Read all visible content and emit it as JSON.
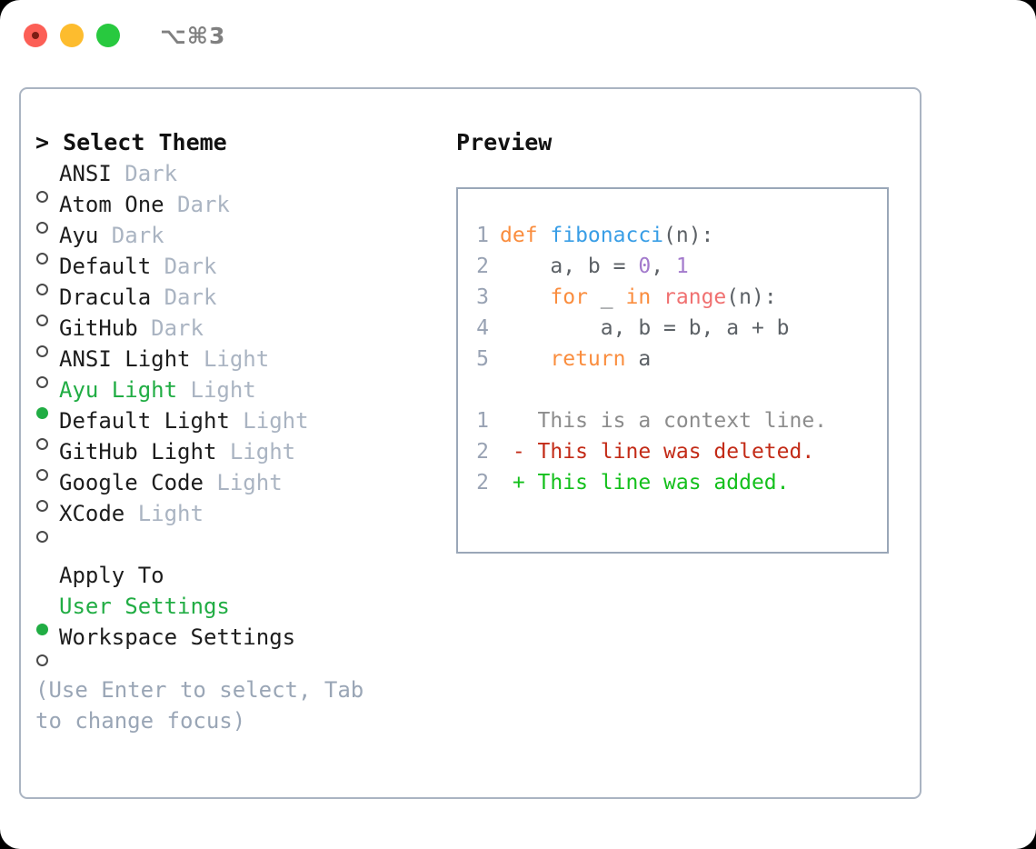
{
  "titlebar": {
    "shortcut": "⌥⌘3",
    "buttons": [
      {
        "name": "close",
        "color": "#fc5f56"
      },
      {
        "name": "minimize",
        "color": "#fdbc2e"
      },
      {
        "name": "zoom",
        "color": "#28c93f"
      }
    ]
  },
  "theme_picker": {
    "heading": "> Select Theme",
    "items": [
      {
        "marker": "○",
        "name": "ANSI",
        "tag": "Dark",
        "selected": false
      },
      {
        "marker": "○",
        "name": "Atom One",
        "tag": "Dark",
        "selected": false
      },
      {
        "marker": "○",
        "name": "Ayu",
        "tag": "Dark",
        "selected": false
      },
      {
        "marker": "○",
        "name": "Default",
        "tag": "Dark",
        "selected": false
      },
      {
        "marker": "○",
        "name": "Dracula",
        "tag": "Dark",
        "selected": false
      },
      {
        "marker": "○",
        "name": "GitHub",
        "tag": "Dark",
        "selected": false
      },
      {
        "marker": "○",
        "name": "ANSI Light",
        "tag": "Light",
        "selected": false
      },
      {
        "marker": "●",
        "name": "Ayu Light",
        "tag": "Light",
        "selected": true
      },
      {
        "marker": "○",
        "name": "Default Light",
        "tag": "Light",
        "selected": false
      },
      {
        "marker": "○",
        "name": "GitHub Light",
        "tag": "Light",
        "selected": false
      },
      {
        "marker": "○",
        "name": "Google Code",
        "tag": "Light",
        "selected": false
      },
      {
        "marker": "○",
        "name": "XCode",
        "tag": "Light",
        "selected": false
      }
    ]
  },
  "apply_to": {
    "heading": "Apply To",
    "items": [
      {
        "marker": "●",
        "name": "User Settings",
        "selected": true
      },
      {
        "marker": "○",
        "name": "Workspace Settings",
        "selected": false
      }
    ]
  },
  "hint": "(Use Enter to select, Tab to change focus)",
  "preview": {
    "heading": "Preview",
    "code_lines": [
      {
        "num": "1",
        "tokens": [
          {
            "t": "def ",
            "c": "kw"
          },
          {
            "t": "fibonacci",
            "c": "fn"
          },
          {
            "t": "(n):",
            "c": "plain"
          }
        ]
      },
      {
        "num": "2",
        "tokens": [
          {
            "t": "    a, b = ",
            "c": "plain"
          },
          {
            "t": "0",
            "c": "num"
          },
          {
            "t": ", ",
            "c": "plain"
          },
          {
            "t": "1",
            "c": "num"
          }
        ]
      },
      {
        "num": "3",
        "tokens": [
          {
            "t": "    ",
            "c": "plain"
          },
          {
            "t": "for",
            "c": "kw"
          },
          {
            "t": " _ ",
            "c": "plain"
          },
          {
            "t": "in",
            "c": "kw"
          },
          {
            "t": " ",
            "c": "plain"
          },
          {
            "t": "range",
            "c": "call"
          },
          {
            "t": "(n):",
            "c": "plain"
          }
        ]
      },
      {
        "num": "4",
        "tokens": [
          {
            "t": "        a, b = b, a + b",
            "c": "plain"
          }
        ]
      },
      {
        "num": "5",
        "tokens": [
          {
            "t": "    ",
            "c": "plain"
          },
          {
            "t": "return",
            "c": "kw"
          },
          {
            "t": " a",
            "c": "plain"
          }
        ]
      }
    ],
    "diff_lines": [
      {
        "num": "1",
        "prefix": "  ",
        "text": "This is a context line.",
        "kind": "context"
      },
      {
        "num": "2",
        "prefix": "- ",
        "text": "This line was deleted.",
        "kind": "deleted"
      },
      {
        "num": "2",
        "prefix": "+ ",
        "text": "This line was added.",
        "kind": "added"
      }
    ]
  },
  "colors": {
    "accent_green": "#21ad44",
    "muted": "#aab4c2",
    "keyword": "#fa8d3e",
    "function": "#399ee6",
    "number": "#a37acc",
    "call": "#f07171",
    "diff_deleted": "#c32b17",
    "diff_added": "#14c01c",
    "line_number": "#98a2b3",
    "border": "#9aa7b8"
  }
}
